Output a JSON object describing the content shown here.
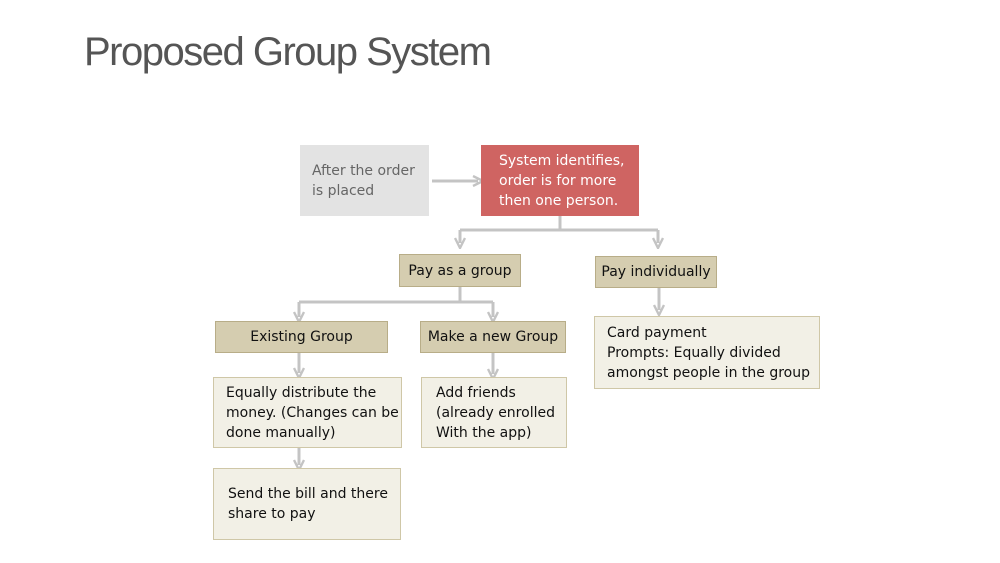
{
  "title": "Proposed Group System",
  "colors": {
    "connector": "#c4c4c4",
    "red_box": "#cf6462",
    "tan_box": "#d5cdb0",
    "cream_box": "#f2f0e6",
    "gray_box": "#e3e3e3"
  },
  "nodes": {
    "after_order": {
      "lines": [
        "After the order",
        "is placed"
      ]
    },
    "system_identifies": {
      "lines": [
        "System identifies,",
        "order is for more",
        "then one person."
      ]
    },
    "pay_group": {
      "lines": [
        "Pay as a group"
      ]
    },
    "pay_individually": {
      "lines": [
        "Pay individually"
      ]
    },
    "existing_group": {
      "lines": [
        "Existing Group"
      ]
    },
    "new_group": {
      "lines": [
        "Make a new Group"
      ]
    },
    "distribute": {
      "lines": [
        "Equally distribute the",
        "money. (Changes can be",
        "done manually)"
      ]
    },
    "send_bill": {
      "lines": [
        "Send the bill and there",
        "share to pay"
      ]
    },
    "add_friends": {
      "lines": [
        "Add friends",
        "(already enrolled",
        "With the app)"
      ]
    },
    "card_payment": {
      "lines": [
        "Card payment",
        "Prompts: Equally divided",
        "amongst people in the group"
      ]
    }
  }
}
